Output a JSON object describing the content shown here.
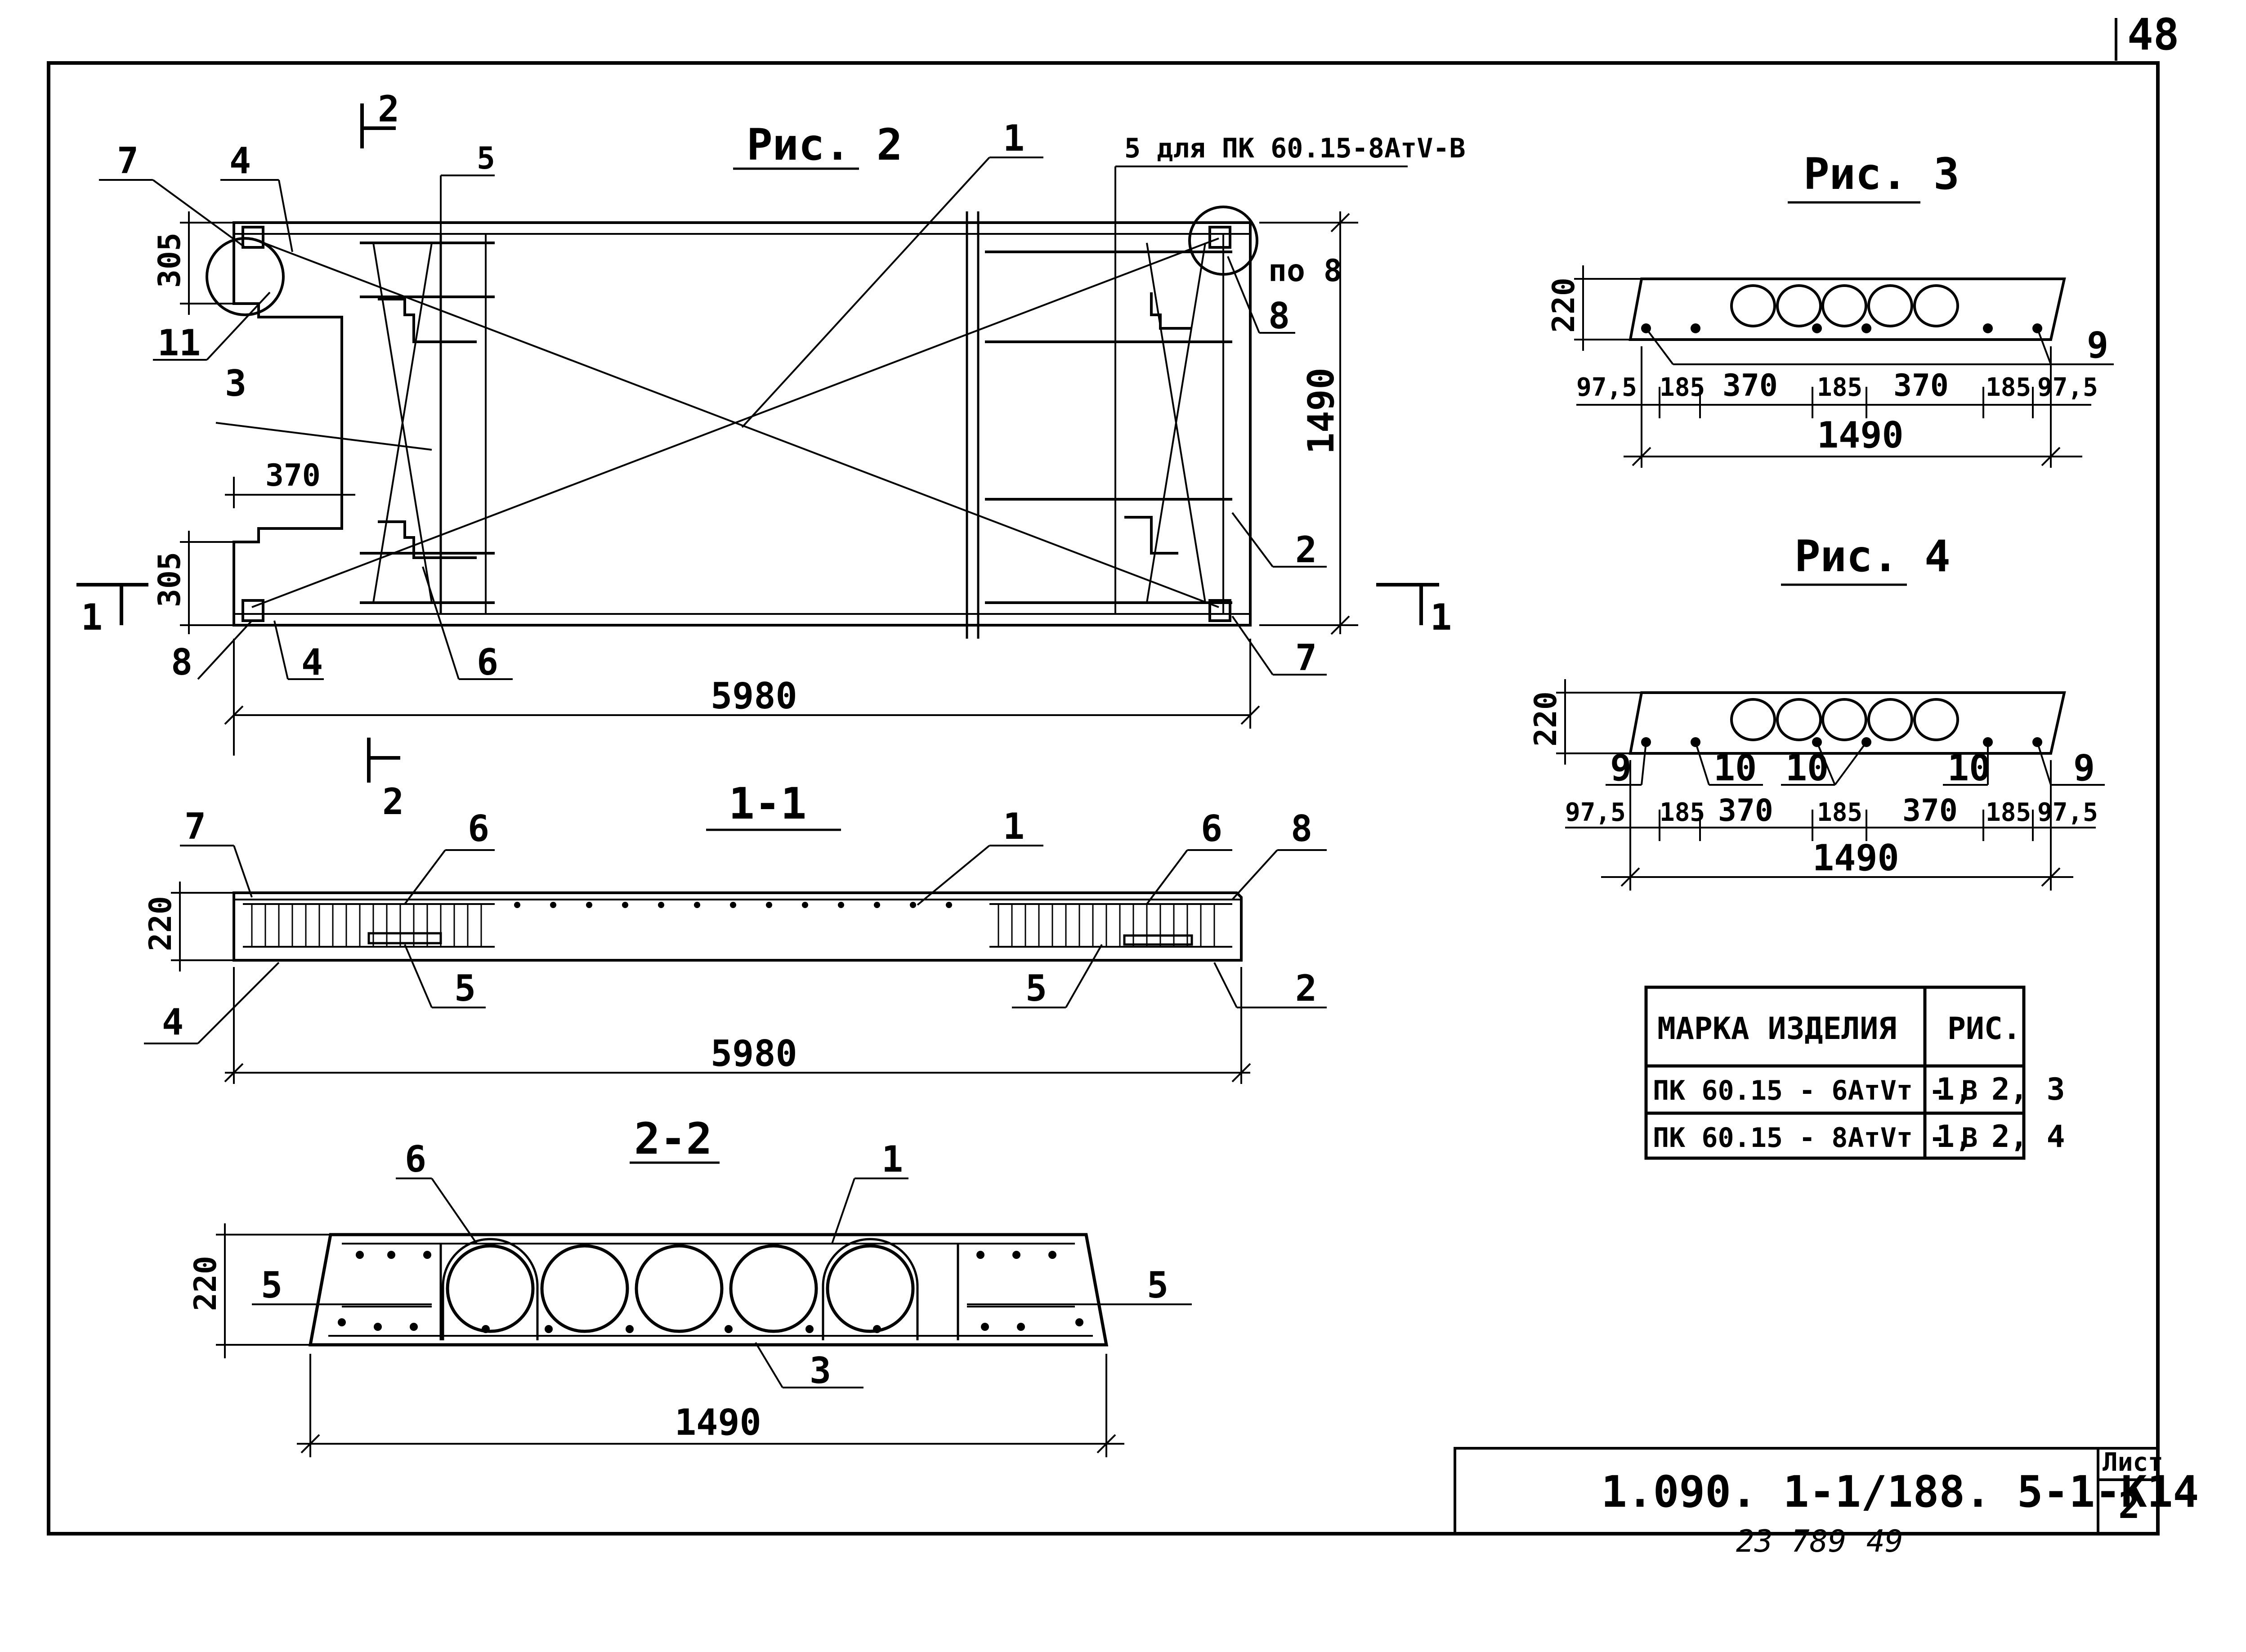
{
  "sheet": {
    "page_no": "48",
    "code": "1.090. 1-1/188. 5-1-К14",
    "list_label": "Лист",
    "list_no": "2",
    "inventory": "23 789",
    "inventory_b": "49"
  },
  "fig2": {
    "title": "Рис. 2",
    "callout_5_title": "5 для ПК 60.15-8АтV-В",
    "section_1": "1",
    "section_2": "2",
    "dim_length": "5980",
    "dim_width": "1490",
    "dim_305": "305",
    "dim_370": "370",
    "label_po8": "по 8",
    "labels": {
      "n1": "1",
      "n2": "2",
      "n3": "3",
      "n4": "4",
      "n4b": "4",
      "n5": "5",
      "n6": "6",
      "n7": "7",
      "n7b": "7",
      "n8": "8",
      "n8b": "8",
      "n11": "11"
    }
  },
  "sec11": {
    "title": "1-1",
    "dim_length": "5980",
    "dim_h": "220",
    "labels": {
      "n1": "1",
      "n2": "2",
      "n4": "4",
      "n5a": "5",
      "n5b": "5",
      "n6a": "6",
      "n6b": "6",
      "n7": "7",
      "n8": "8"
    }
  },
  "sec22": {
    "title": "2-2",
    "dim_width": "1490",
    "dim_h": "220",
    "labels": {
      "n1": "1",
      "n3": "3",
      "n5a": "5",
      "n5b": "5",
      "n6": "6"
    }
  },
  "fig3": {
    "title": "Рис. 3",
    "dim_h": "220",
    "dims": [
      "97,5",
      "185",
      "370",
      "185",
      "370",
      "185",
      "97,5"
    ],
    "dim_total": "1490",
    "label_9": "9"
  },
  "fig4": {
    "title": "Рис. 4",
    "dim_h": "220",
    "dims": [
      "97,5",
      "185",
      "370",
      "185",
      "370",
      "185",
      "97,5"
    ],
    "dim_total": "1490",
    "labels": {
      "n9a": "9",
      "n10a": "10",
      "n10b": "10",
      "n10c": "10",
      "n9b": "9"
    }
  },
  "table": {
    "headers": [
      "МАРКА ИЗДЕЛИЯ",
      "РИС."
    ],
    "rows": [
      [
        "ПК 60.15 - 6АтVт - В",
        "1, 2, 3"
      ],
      [
        "ПК 60.15 - 8АтVт - В",
        "1, 2, 4"
      ]
    ]
  }
}
